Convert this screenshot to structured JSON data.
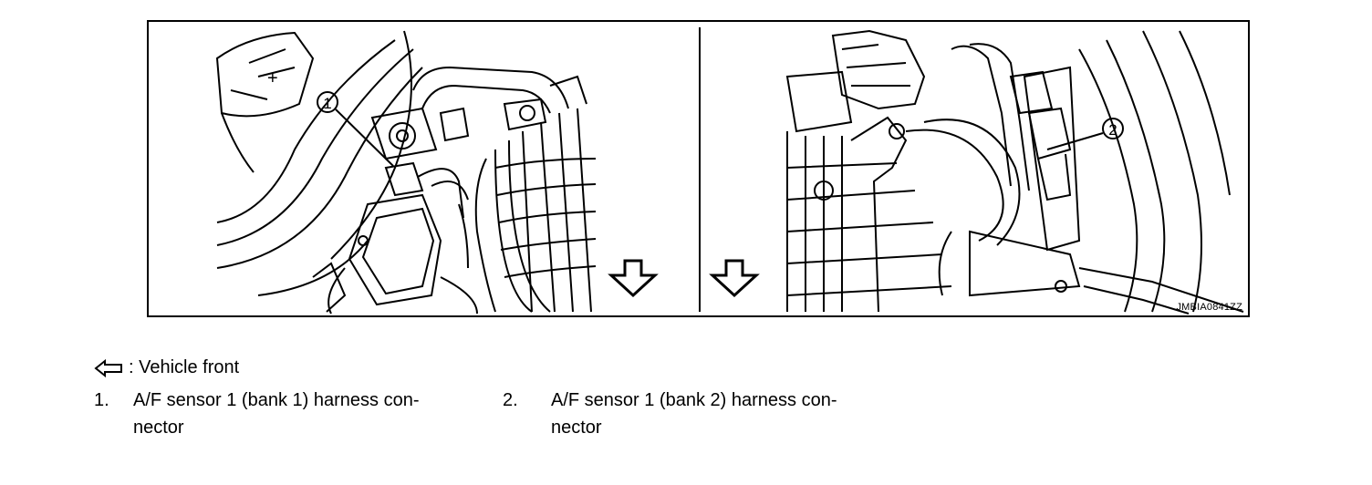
{
  "figure": {
    "id_code": "JMBIA0841ZZ",
    "callouts": [
      {
        "marker": "1"
      },
      {
        "marker": "2"
      }
    ]
  },
  "legend": {
    "front_symbol_text": ": Vehicle front",
    "items": [
      {
        "number": "1.",
        "line1": "A/F sensor 1 (bank 1) harness con-",
        "line2": "nector"
      },
      {
        "number": "2.",
        "line1": "A/F sensor 1 (bank 2) harness con-",
        "line2": "nector"
      }
    ]
  }
}
